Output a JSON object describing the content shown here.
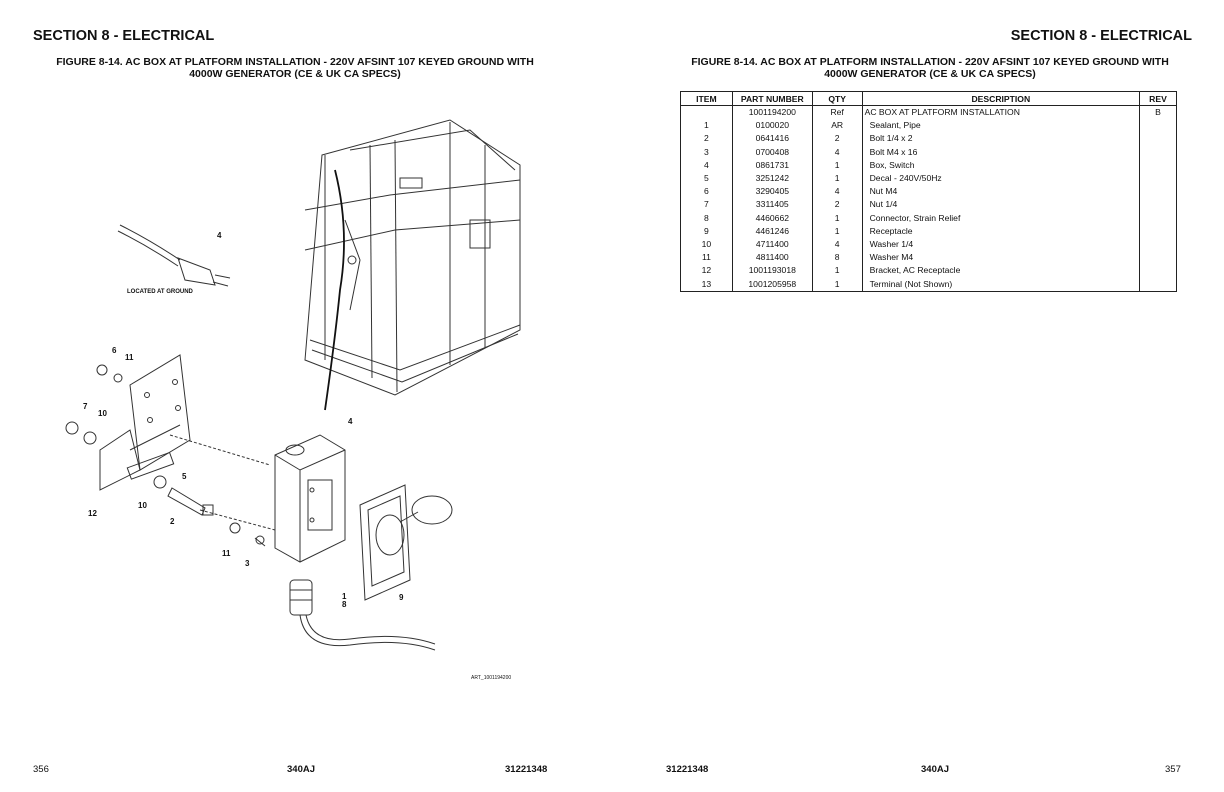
{
  "left_page": {
    "section": "SECTION 8 - ELECTRICAL",
    "figure_title_line1": "FIGURE 8-14. AC BOX AT PLATFORM INSTALLATION - 220V AFSINT 107 KEYED GROUND WITH",
    "figure_title_line2": "4000W GENERATOR (CE & UK CA SPECS)",
    "footer": {
      "page_number": "356",
      "model": "340AJ",
      "doc_number": "31221348"
    }
  },
  "right_page": {
    "section": "SECTION 8 - ELECTRICAL",
    "figure_title_line1": "FIGURE 8-14. AC BOX AT PLATFORM INSTALLATION - 220V AFSINT 107 KEYED GROUND WITH",
    "figure_title_line2": "4000W GENERATOR (CE & UK CA SPECS)",
    "footer": {
      "doc_number": "31221348",
      "model": "340AJ",
      "page_number": "357"
    }
  },
  "diagram": {
    "located_label": "LOCATED AT GROUND",
    "art_id": "ART_1001194200",
    "callouts": {
      "c4a": "4",
      "c4b": "4",
      "c6": "6",
      "c11a": "11",
      "c7": "7",
      "c10a": "10",
      "c5": "5",
      "c10b": "10",
      "c12": "12",
      "c2": "2",
      "c11b": "11",
      "c3": "3",
      "c1": "1",
      "c8": "8",
      "c9": "9"
    }
  },
  "parts_table": {
    "headers": {
      "item": "ITEM",
      "part_number": "PART NUMBER",
      "qty": "QTY",
      "description": "DESCRIPTION",
      "rev": "REV"
    },
    "rows": [
      {
        "item": "",
        "part_number": "1001194200",
        "qty": "Ref",
        "description": "AC BOX AT PLATFORM INSTALLATION",
        "rev": "B"
      },
      {
        "item": "1",
        "part_number": "0100020",
        "qty": "AR",
        "description": "Sealant, Pipe",
        "rev": ""
      },
      {
        "item": "2",
        "part_number": "0641416",
        "qty": "2",
        "description": "Bolt 1/4 x 2",
        "rev": ""
      },
      {
        "item": "3",
        "part_number": "0700408",
        "qty": "4",
        "description": "Bolt M4 x 16",
        "rev": ""
      },
      {
        "item": "4",
        "part_number": "0861731",
        "qty": "1",
        "description": "Box, Switch",
        "rev": ""
      },
      {
        "item": "5",
        "part_number": "3251242",
        "qty": "1",
        "description": "Decal - 240V/50Hz",
        "rev": ""
      },
      {
        "item": "6",
        "part_number": "3290405",
        "qty": "4",
        "description": "Nut M4",
        "rev": ""
      },
      {
        "item": "7",
        "part_number": "3311405",
        "qty": "2",
        "description": "Nut 1/4",
        "rev": ""
      },
      {
        "item": "8",
        "part_number": "4460662",
        "qty": "1",
        "description": "Connector, Strain Relief",
        "rev": ""
      },
      {
        "item": "9",
        "part_number": "4461246",
        "qty": "1",
        "description": "Receptacle",
        "rev": ""
      },
      {
        "item": "10",
        "part_number": "4711400",
        "qty": "4",
        "description": "Washer 1/4",
        "rev": ""
      },
      {
        "item": "11",
        "part_number": "4811400",
        "qty": "8",
        "description": "Washer M4",
        "rev": ""
      },
      {
        "item": "12",
        "part_number": "1001193018",
        "qty": "1",
        "description": "Bracket, AC Receptacle",
        "rev": ""
      },
      {
        "item": "13",
        "part_number": "1001205958",
        "qty": "1",
        "description": "Terminal (Not Shown)",
        "rev": ""
      }
    ]
  }
}
